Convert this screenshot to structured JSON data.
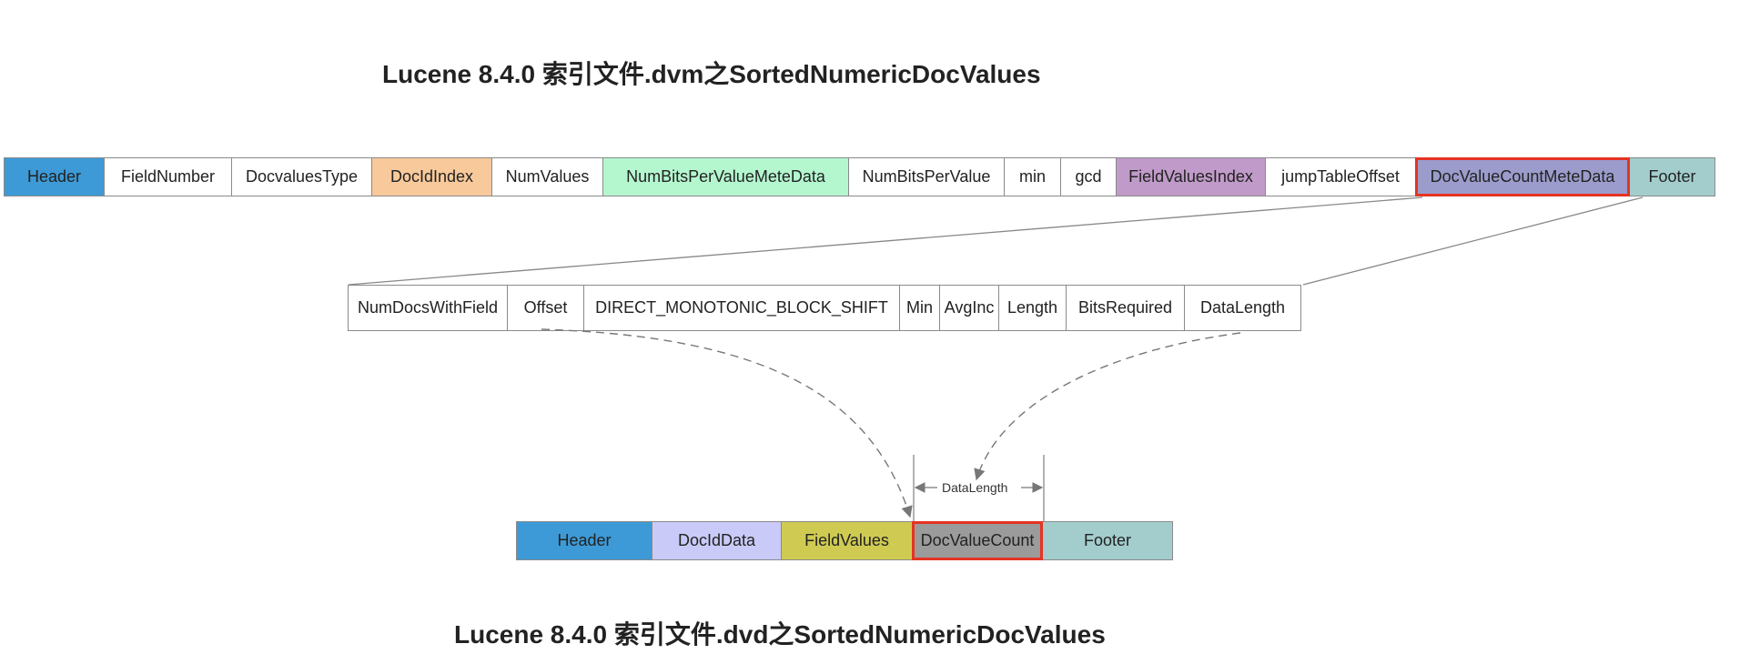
{
  "titles": {
    "dvm": "Lucene 8.4.0 索引文件.dvm之SortedNumericDocValues",
    "dvd": "Lucene 8.4.0 索引文件.dvd之SortedNumericDocValues"
  },
  "dvm_row": [
    {
      "label": "Header",
      "color": "#3d9ad6"
    },
    {
      "label": "FieldNumber",
      "color": "#ffffff"
    },
    {
      "label": "DocvaluesType",
      "color": "#ffffff"
    },
    {
      "label": "DocIdIndex",
      "color": "#f8c99b"
    },
    {
      "label": "NumValues",
      "color": "#ffffff"
    },
    {
      "label": "NumBitsPerValueMeteData",
      "color": "#b4f7cf"
    },
    {
      "label": "NumBitsPerValue",
      "color": "#ffffff"
    },
    {
      "label": "min",
      "color": "#ffffff"
    },
    {
      "label": "gcd",
      "color": "#ffffff"
    },
    {
      "label": "FieldValuesIndex",
      "color": "#c09ac8"
    },
    {
      "label": "jumpTableOffset",
      "color": "#ffffff"
    },
    {
      "label": "DocValueCountMeteData",
      "color": "#9b9ccc"
    },
    {
      "label": "Footer",
      "color": "#a3cdcd"
    }
  ],
  "meta_row": [
    {
      "label": "NumDocsWithField"
    },
    {
      "label": "Offset"
    },
    {
      "label": "DIRECT_MONOTONIC_BLOCK_SHIFT"
    },
    {
      "label": "Min"
    },
    {
      "label": "AvgInc"
    },
    {
      "label": "Length"
    },
    {
      "label": "BitsRequired"
    },
    {
      "label": "DataLength"
    }
  ],
  "dvd_row": [
    {
      "label": "Header",
      "color": "#3d9ad6"
    },
    {
      "label": "DocIdData",
      "color": "#c9caf7"
    },
    {
      "label": "FieldValues",
      "color": "#cfcb52"
    },
    {
      "label": "DocValueCount",
      "color": "#9b9b9b"
    },
    {
      "label": "Footer",
      "color": "#a3cdcd"
    }
  ],
  "data_length_label": "DataLength",
  "highlight_color": "#e53323"
}
